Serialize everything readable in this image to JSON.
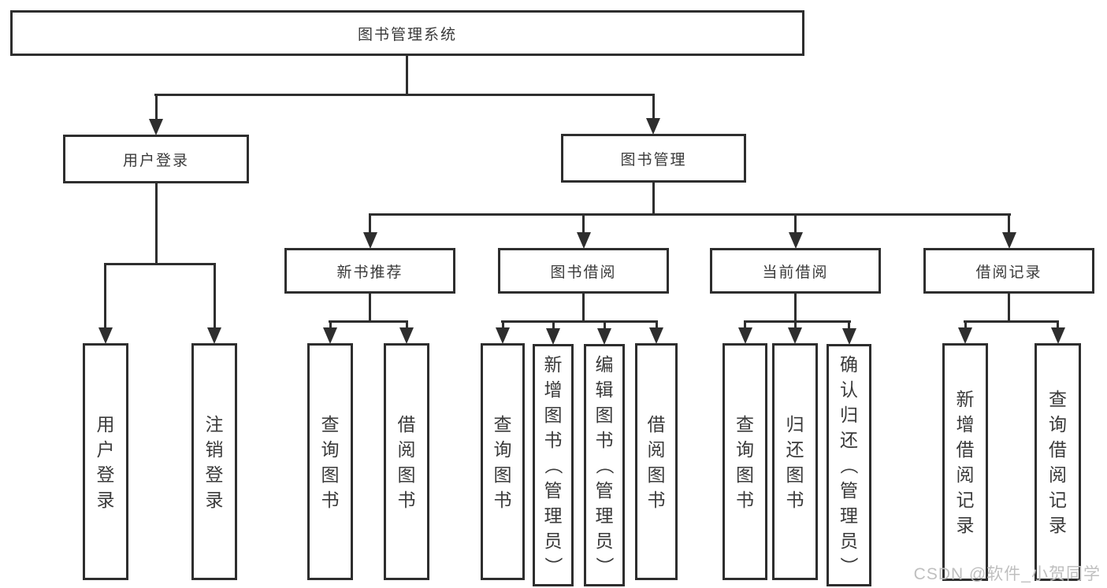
{
  "hierarchy": {
    "label": "图书管理系统",
    "children": [
      {
        "label": "用户登录",
        "children": [
          {
            "label": "用户登录"
          },
          {
            "label": "注销登录"
          }
        ]
      },
      {
        "label": "图书管理",
        "children": [
          {
            "label": "新书推荐",
            "children": [
              {
                "label": "查询图书"
              },
              {
                "label": "借阅图书"
              }
            ]
          },
          {
            "label": "图书借阅",
            "children": [
              {
                "label": "查询图书"
              },
              {
                "label": "新增图书（管理员）"
              },
              {
                "label": "编辑图书（管理员）"
              },
              {
                "label": "借阅图书"
              }
            ]
          },
          {
            "label": "当前借阅",
            "children": [
              {
                "label": "查询图书"
              },
              {
                "label": "归还图书"
              },
              {
                "label": "确认归还（管理员）"
              }
            ]
          },
          {
            "label": "借阅记录",
            "children": [
              {
                "label": "新增借阅记录"
              },
              {
                "label": "查询借阅记录"
              }
            ]
          }
        ]
      }
    ]
  },
  "watermark": "CSDN @软件_小贺同学",
  "colors": {
    "line": "#2e2e2e",
    "text": "#3a3a3a",
    "watermark": "#bfbfbf",
    "background": "#ffffff"
  }
}
